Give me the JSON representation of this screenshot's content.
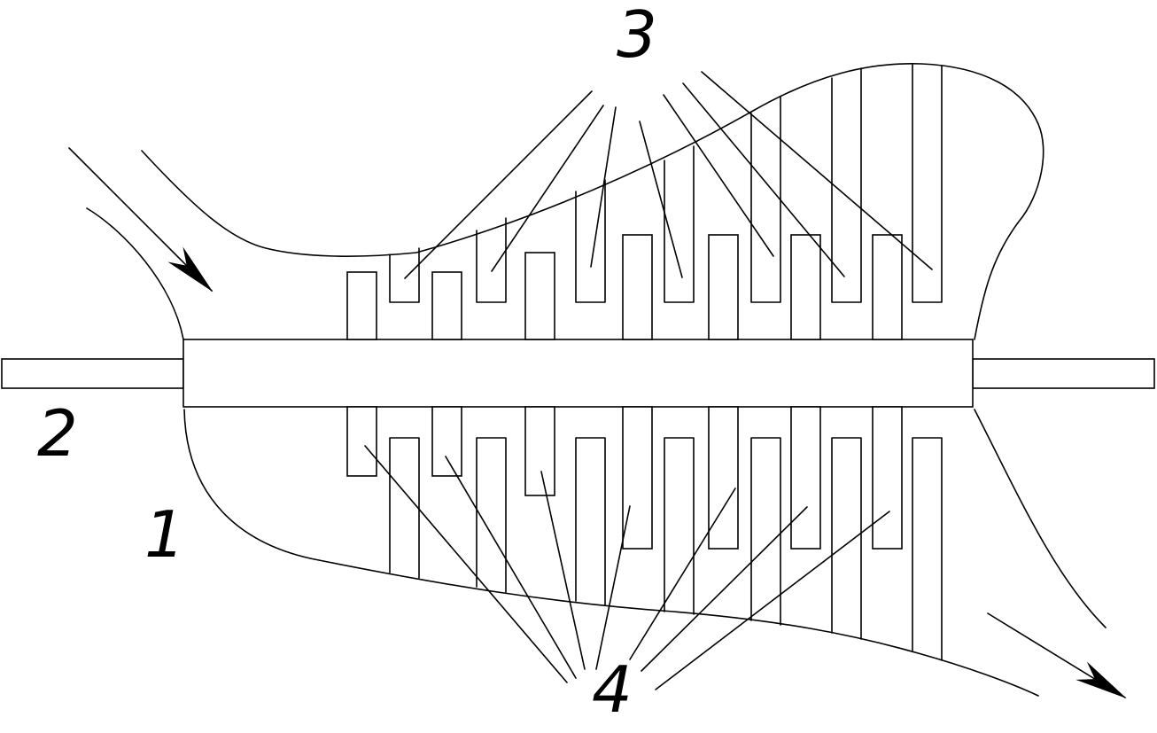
{
  "labels": {
    "casing": "1",
    "shaft": "2",
    "upper_fins": "3",
    "lower_fins": "4"
  },
  "colors": {
    "line": "#000000",
    "background": "#ffffff"
  }
}
